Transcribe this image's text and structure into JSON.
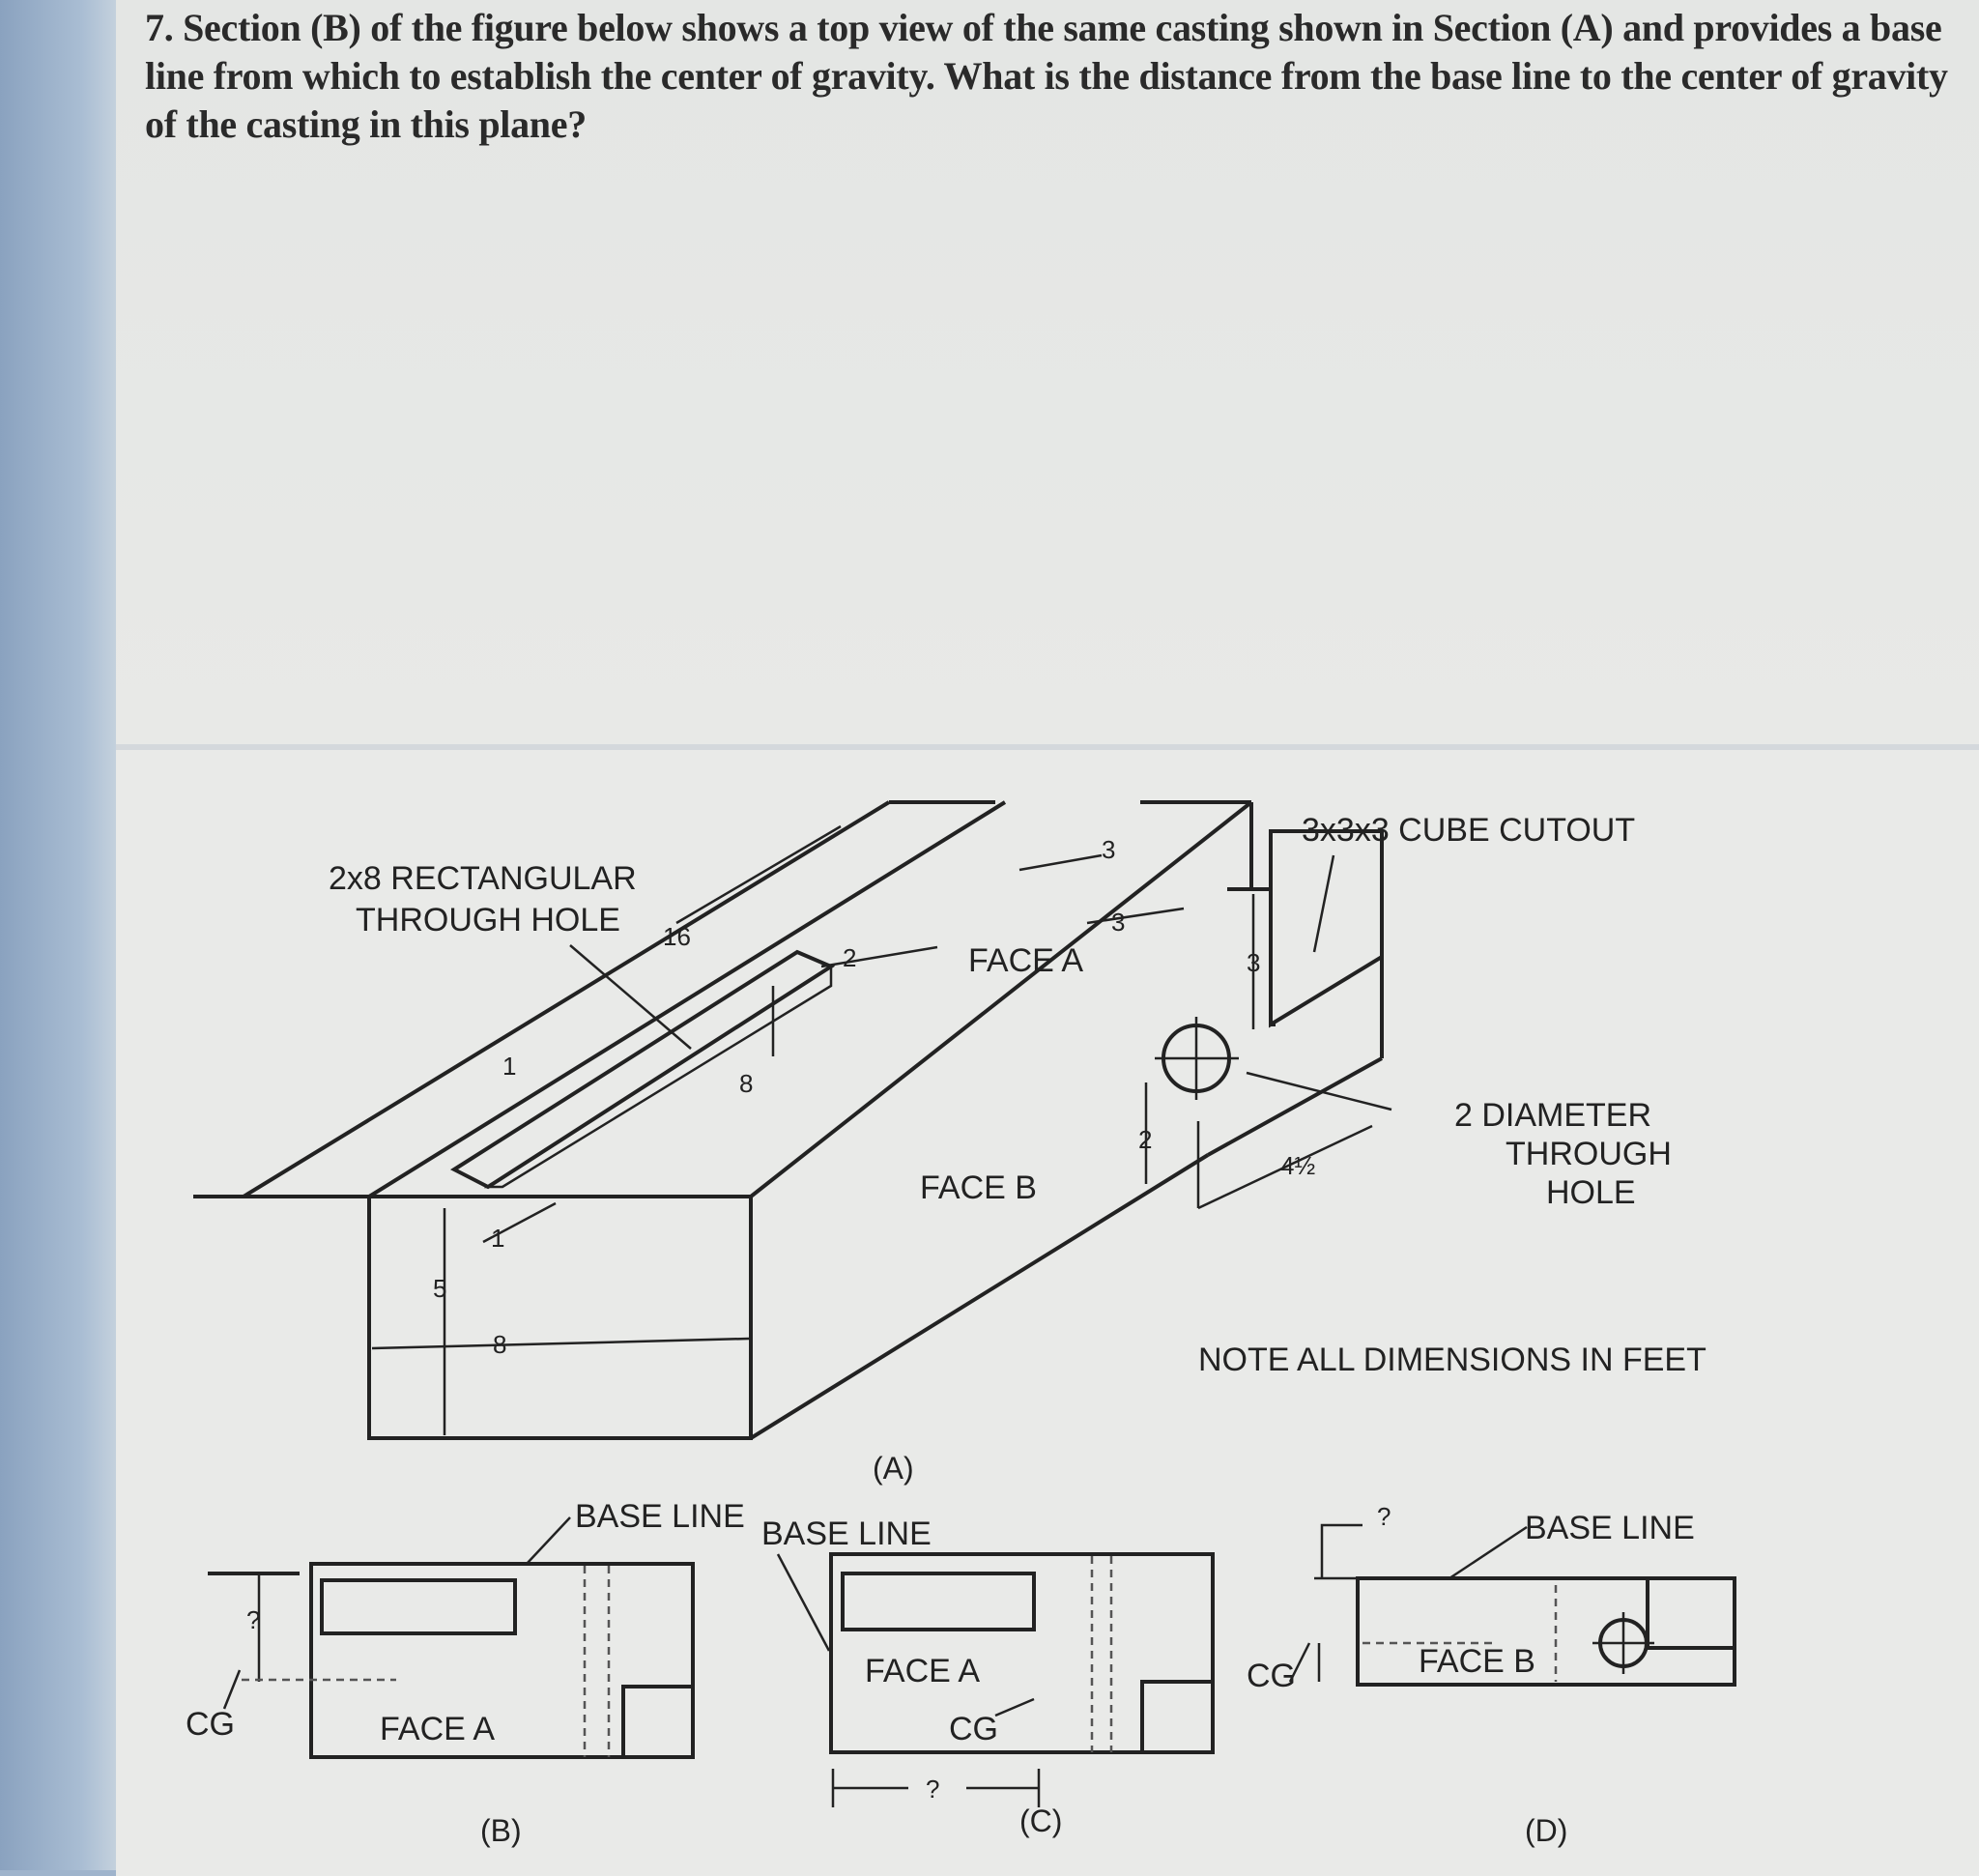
{
  "question": {
    "text": "7. Section (B) of the figure below shows a top view of the same casting shown in Section (A) and provides a base line from which to establish the center of gravity. What is the distance from the base line to the center of gravity of the casting in this plane?"
  },
  "figure_a": {
    "label_rect_hole_line1": "2x8 RECTANGULAR",
    "label_rect_hole_line2": "THROUGH HOLE",
    "dim_16": "16",
    "dim_2_top": "2",
    "dim_3_a": "3",
    "dim_3_b": "3",
    "dim_3_c": "3",
    "label_face_a": "FACE A",
    "label_cube_cutout": "3x3x3 CUBE CUTOUT",
    "dim_1_a": "1",
    "dim_8_a": "8",
    "dim_1_b": "1",
    "dim_5": "5",
    "dim_8_b": "8",
    "label_face_b": "FACE B",
    "dim_2_hole": "2",
    "dim_4_half": "4½",
    "label_diameter_line1": "2  DIAMETER",
    "label_diameter_line2": "THROUGH",
    "label_diameter_line3": "HOLE",
    "note": "NOTE ALL DIMENSIONS IN FEET",
    "caption": "(A)"
  },
  "figure_b": {
    "label_base_line": "BASE LINE",
    "label_question": "?",
    "label_cg": "CG",
    "label_face_a": "FACE A",
    "caption": "(B)"
  },
  "figure_c": {
    "label_base_line": "BASE LINE",
    "label_face_a": "FACE A",
    "label_cg": "CG",
    "label_question": "? ",
    "caption": "(C)"
  },
  "figure_d": {
    "label_question": "?",
    "label_base_line": "BASE LINE",
    "label_cg": "CG",
    "label_face_b": "FACE B",
    "caption": "(D)"
  }
}
